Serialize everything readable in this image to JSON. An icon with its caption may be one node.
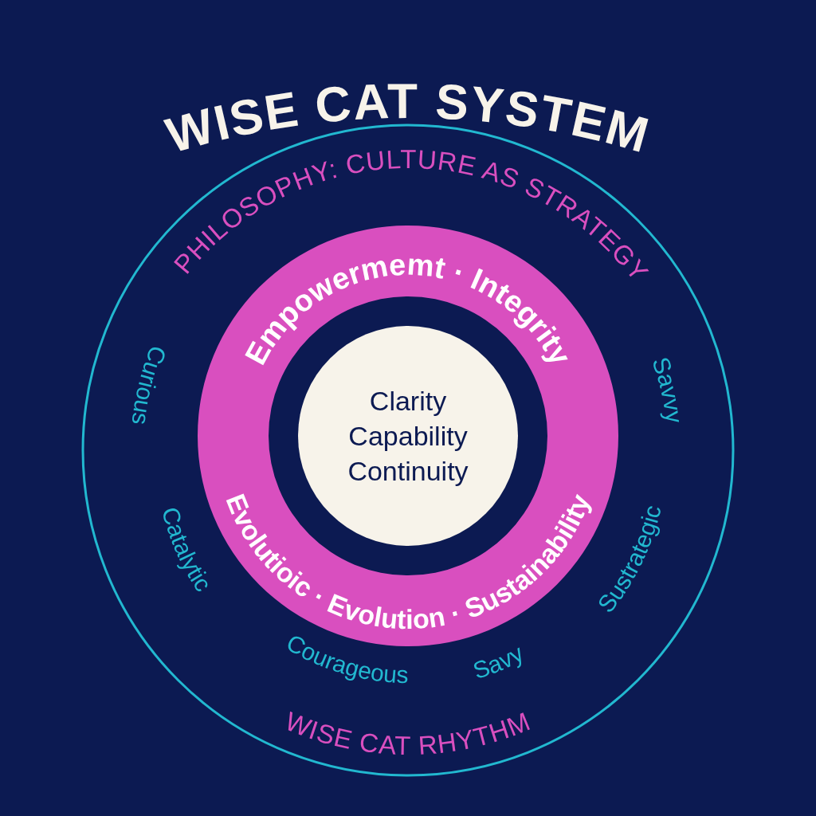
{
  "diagram": {
    "title": "WISE CAT SYSTEM",
    "nodes": [
      {
        "text": [
          "PHILOSOPHY: CULTURE AS STRATEGY",
          "Curious",
          "Catalytic",
          "Courageous",
          "Savy",
          "Sustrategic",
          "Savvy",
          "WISE CAT RHYTHM"
        ]
      },
      {
        "text": [
          "Empowermemt · Integrity",
          "Evolutioic · Evolution · Sustainability"
        ],
        "in": 0
      },
      {
        "text": [
          "Clarity Capability Continuity"
        ],
        "in": 1
      }
    ]
  }
}
